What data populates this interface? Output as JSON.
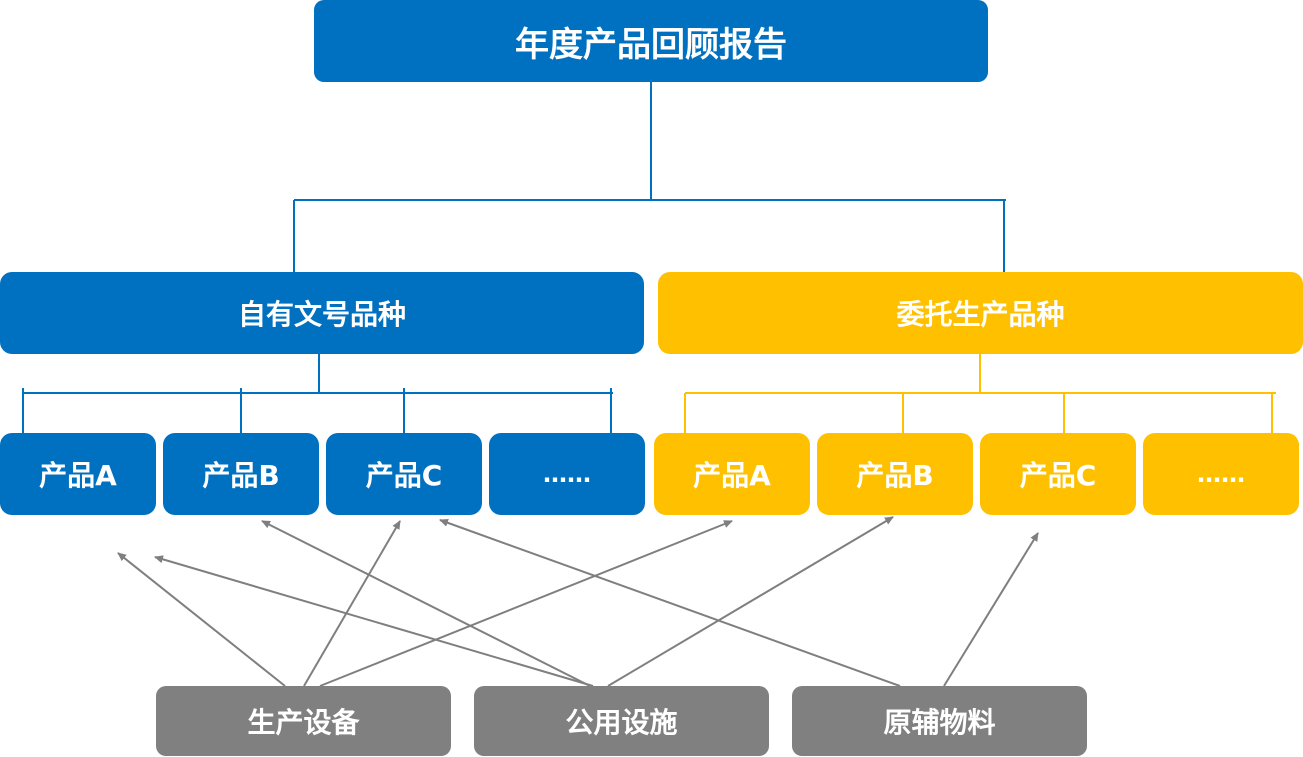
{
  "root": {
    "label": "年度产品回顾报告",
    "color": "#0070c0"
  },
  "groups": [
    {
      "label": "自有文号品种",
      "color": "#0070c0",
      "products": [
        "产品A",
        "产品B",
        "产品C",
        "……"
      ]
    },
    {
      "label": "委托生产品种",
      "color": "#ffc000",
      "products": [
        "产品A",
        "产品B",
        "产品C",
        "……"
      ]
    }
  ],
  "resources": {
    "color": "#808080",
    "items": [
      "生产设备",
      "公用设施",
      "原辅物料"
    ]
  },
  "arrow_color": "#7f7f7f"
}
